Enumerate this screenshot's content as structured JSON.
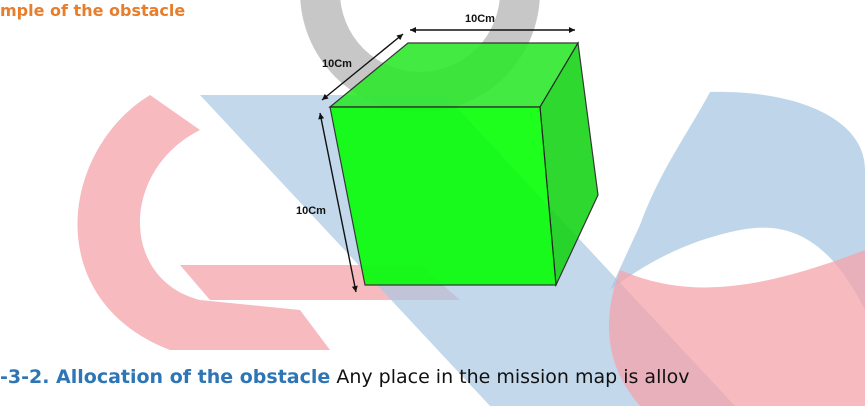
{
  "heading": "mple of the obstacle",
  "figure": {
    "dimension_top": "10Cm",
    "dimension_left": "10Cm",
    "dimension_height": "10Cm"
  },
  "body": {
    "section_label": "-3-2. Allocation of the obstacle",
    "text": " Any place in the mission map is allov"
  },
  "watermark": {
    "colors": {
      "red": "#f4a3aa",
      "blue": "#a9c8e3",
      "gray": "#bdbdbd"
    }
  },
  "cube_color": "#00ff00"
}
